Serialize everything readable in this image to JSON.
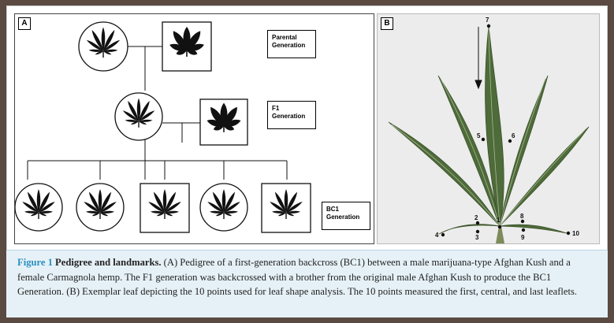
{
  "panel_a": {
    "label": "A",
    "generations": {
      "parental": [
        "Parental",
        "Generation"
      ],
      "f1": [
        "F1",
        "Generation"
      ],
      "bc1": [
        "BC1",
        "Generation"
      ]
    }
  },
  "panel_b": {
    "label": "B",
    "landmarks": [
      "1",
      "2",
      "3",
      "4",
      "5",
      "6",
      "7",
      "8",
      "9",
      "10"
    ]
  },
  "caption": {
    "label": "Figure 1",
    "title": "Pedigree and landmarks.",
    "text": "(A) Pedigree of a first-generation backcross (BC1) between a male marijuana-type Afghan Kush and a female Carmagnola hemp. The F1 generation was backcrossed with a brother from the original male Afghan Kush to produce the BC1 Generation. (B) Exemplar leaf depicting the 10 points used for leaf shape analysis. The 10 points measured the first, central, and last leaflets."
  },
  "colors": {
    "caption_background": "#e6f1f7",
    "caption_label": "#2b8fc0",
    "leaf_green": "#4e6b3a",
    "outer_background": "#5a4a42"
  }
}
